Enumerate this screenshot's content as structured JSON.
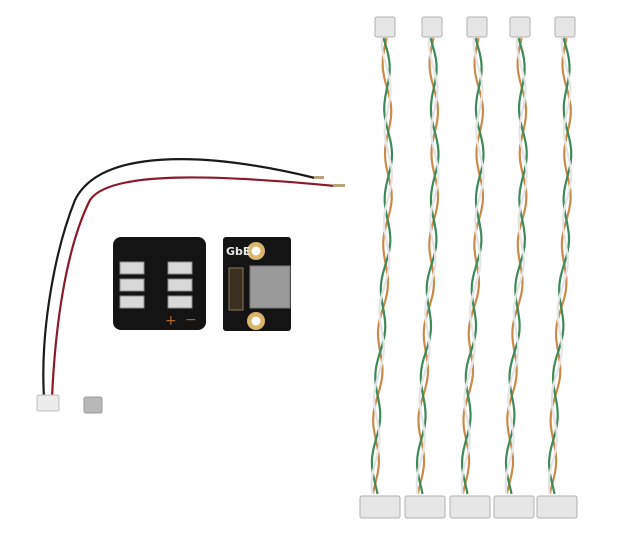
{
  "scene": "product-photo",
  "gbe_board": {
    "label": "GbE"
  },
  "colors": {
    "background": "#ffffff",
    "pcb": "#141414",
    "wire_black": "#1a1a1a",
    "wire_red": "#8a1a2a",
    "wire_orange": "#c98a4a",
    "wire_green": "#3f8a5a",
    "connector": "#e6e6e6"
  },
  "cable_count": 5
}
